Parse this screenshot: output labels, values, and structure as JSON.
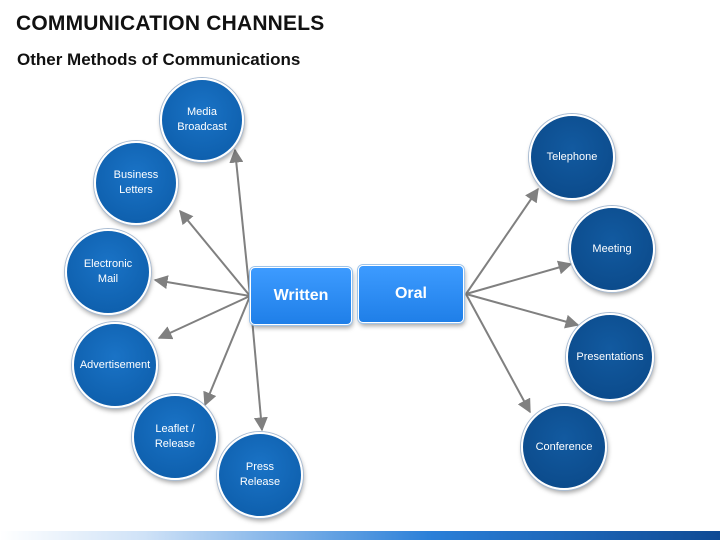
{
  "header": {
    "title": "COMMUNICATION CHANNELS",
    "subtitle": "Other Methods of Communications"
  },
  "diagram": {
    "written": {
      "label": "Written",
      "items": [
        "Media\nBroadcast",
        "Business\nLetters",
        "Electronic\nMail",
        "Advertisement",
        "Leaflet /\nRelease",
        "Press\nRelease"
      ]
    },
    "oral": {
      "label": "Oral",
      "items": [
        "Telephone",
        "Meeting",
        "Presentations",
        "Conference"
      ]
    }
  },
  "colors": {
    "box_fill": "#2b8cf5",
    "written_circle": "#1266b8",
    "oral_circle": "#0d4f92",
    "arrow": "#808080"
  }
}
